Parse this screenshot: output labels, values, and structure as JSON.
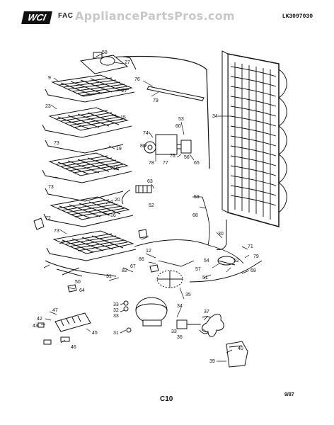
{
  "header": {
    "logo_text": "WCI",
    "brand_text": "FAC",
    "watermark": "AppliancePartsPros.com",
    "model_code": "LK3097030"
  },
  "footer": {
    "page_code": "C10",
    "date_code": "9/87"
  },
  "callouts": [
    "58",
    "27",
    "9",
    "76",
    "79",
    "27",
    "23",
    "15",
    "53",
    "60",
    "34",
    "74",
    "80",
    "78",
    "77",
    "76",
    "56",
    "73",
    "19",
    "18",
    "65",
    "63",
    "52",
    "59",
    "68",
    "20",
    "73",
    "16",
    "30",
    "73",
    "72",
    "12",
    "71",
    "79",
    "66",
    "67",
    "54",
    "57",
    "52",
    "51",
    "82",
    "31",
    "50",
    "64",
    "69",
    "33",
    "32",
    "35",
    "34",
    "33",
    "31",
    "33",
    "42",
    "47",
    "43",
    "45",
    "46",
    "37",
    "36",
    "40",
    "39"
  ]
}
